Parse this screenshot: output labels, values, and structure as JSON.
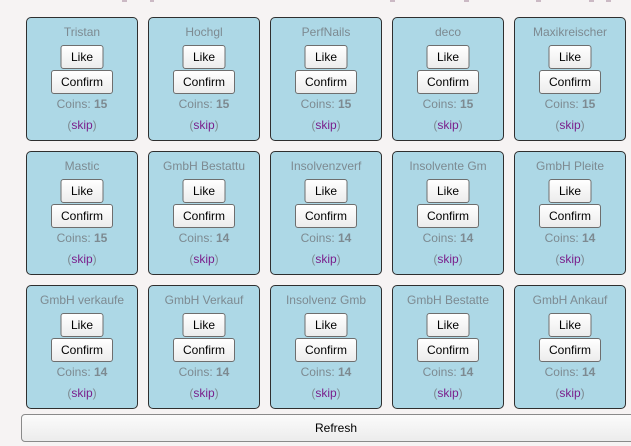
{
  "cards": [
    {
      "title": "Tristan",
      "like_label": "Like",
      "confirm_label": "Confirm",
      "coins_label": "Coins:",
      "coins": "15",
      "skip_label": "skip"
    },
    {
      "title": "Hochgl",
      "like_label": "Like",
      "confirm_label": "Confirm",
      "coins_label": "Coins:",
      "coins": "15",
      "skip_label": "skip"
    },
    {
      "title": "PerfNails",
      "like_label": "Like",
      "confirm_label": "Confirm",
      "coins_label": "Coins:",
      "coins": "15",
      "skip_label": "skip"
    },
    {
      "title": "deco",
      "like_label": "Like",
      "confirm_label": "Confirm",
      "coins_label": "Coins:",
      "coins": "15",
      "skip_label": "skip"
    },
    {
      "title": "Maxikreischer",
      "like_label": "Like",
      "confirm_label": "Confirm",
      "coins_label": "Coins:",
      "coins": "15",
      "skip_label": "skip"
    },
    {
      "title": "Mastic",
      "like_label": "Like",
      "confirm_label": "Confirm",
      "coins_label": "Coins:",
      "coins": "15",
      "skip_label": "skip"
    },
    {
      "title": "GmbH Bestattu",
      "like_label": "Like",
      "confirm_label": "Confirm",
      "coins_label": "Coins:",
      "coins": "14",
      "skip_label": "skip"
    },
    {
      "title": "Insolvenzverf",
      "like_label": "Like",
      "confirm_label": "Confirm",
      "coins_label": "Coins:",
      "coins": "14",
      "skip_label": "skip"
    },
    {
      "title": "Insolvente Gm",
      "like_label": "Like",
      "confirm_label": "Confirm",
      "coins_label": "Coins:",
      "coins": "14",
      "skip_label": "skip"
    },
    {
      "title": "GmbH Pleite",
      "like_label": "Like",
      "confirm_label": "Confirm",
      "coins_label": "Coins:",
      "coins": "14",
      "skip_label": "skip"
    },
    {
      "title": "GmbH verkaufe",
      "like_label": "Like",
      "confirm_label": "Confirm",
      "coins_label": "Coins:",
      "coins": "14",
      "skip_label": "skip"
    },
    {
      "title": "GmbH Verkauf",
      "like_label": "Like",
      "confirm_label": "Confirm",
      "coins_label": "Coins:",
      "coins": "14",
      "skip_label": "skip"
    },
    {
      "title": "Insolvenz Gmb",
      "like_label": "Like",
      "confirm_label": "Confirm",
      "coins_label": "Coins:",
      "coins": "14",
      "skip_label": "skip"
    },
    {
      "title": "GmbH Bestatte",
      "like_label": "Like",
      "confirm_label": "Confirm",
      "coins_label": "Coins:",
      "coins": "14",
      "skip_label": "skip"
    },
    {
      "title": "GmbH Ankauf",
      "like_label": "Like",
      "confirm_label": "Confirm",
      "coins_label": "Coins:",
      "coins": "14",
      "skip_label": "skip"
    }
  ],
  "refresh_label": "Refresh",
  "colors": {
    "card_bg": "#add8e6",
    "text_muted": "#7d8a91",
    "link": "#7a1f8c",
    "page_bg": "#f6f3f3"
  }
}
